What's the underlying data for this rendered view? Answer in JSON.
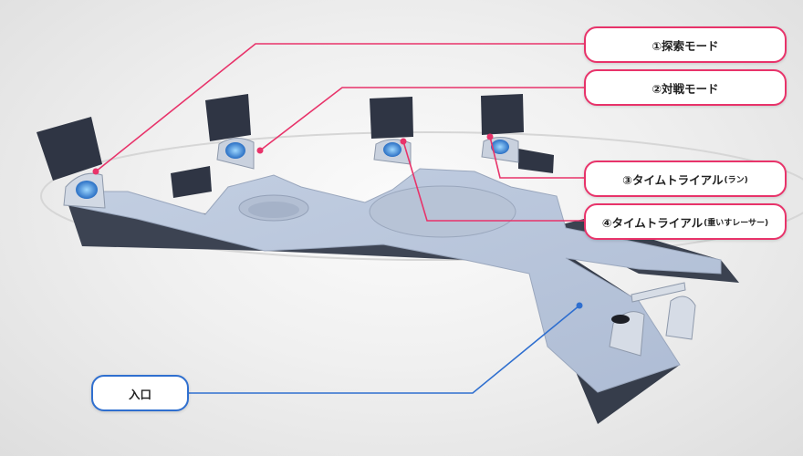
{
  "labels": {
    "explore": "①探索モード",
    "battle": "②対戦モード",
    "time_trial_run_main": "③タイムトライアル",
    "time_trial_run_sub": "(ラン)",
    "time_trial_racer_main": "④タイムトライアル",
    "time_trial_racer_sub": "(重いすレーサー)",
    "entrance": "入口"
  },
  "colors": {
    "pink": "#e8336a",
    "blue": "#2f6fcf"
  }
}
